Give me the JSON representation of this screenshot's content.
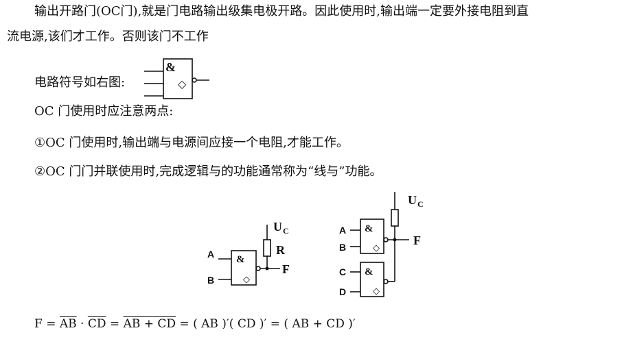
{
  "text": {
    "para1_line1": "输出开路门(OC门),就是门电路输出级集电极开路。因此使用时,输出端一定要外接电阻到直",
    "para1_line2": "流电源,该们才工作。否则该门不工作",
    "symbol_label": "电路符号如右图:",
    "note_title": "OC 门使用时应注意两点:",
    "point1": "①OC 门使用时,输出端与电源间应接一个电阻,才能工作。",
    "point2": "②OC 门门并联使用时,完成逻辑与的功能通常称为“线与”功能。"
  },
  "symbol": {
    "gate_mark": "&",
    "oc_mark": "◇"
  },
  "figure_left": {
    "input_a": "A",
    "input_b": "B",
    "gate_mark": "&",
    "supply": "U",
    "supply_sub": "C",
    "resistor": "R",
    "output": "F"
  },
  "figure_right": {
    "input_a": "A",
    "input_b": "B",
    "input_c": "C",
    "input_d": "D",
    "gate_mark": "&",
    "supply": "U",
    "supply_sub": "C",
    "output": "F"
  },
  "formula": {
    "f": "F = ",
    "ab_bar": "AB",
    "dot": " · ",
    "cd_bar": "CD",
    "eq1": " = ",
    "sum_bar": "AB + CD",
    "rest": " = ( AB )′( CD )′ = ( AB + CD )′"
  }
}
